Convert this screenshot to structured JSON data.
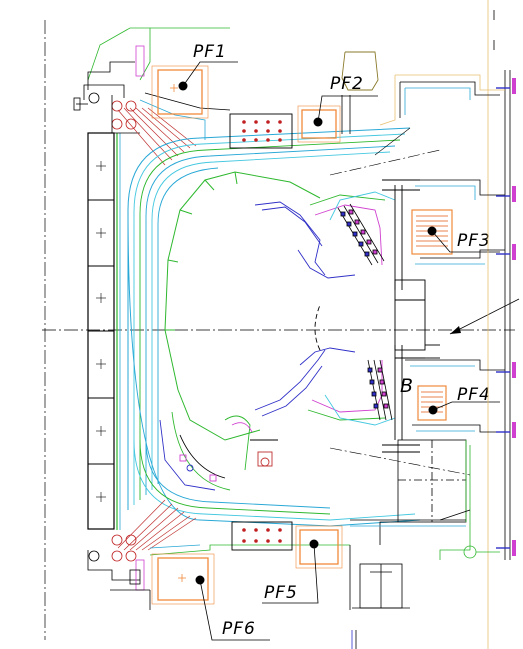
{
  "diagram": {
    "coil_labels": {
      "pf1": "PF1",
      "pf2": "PF2",
      "pf3": "PF3",
      "pf4": "PF4",
      "pf5": "PF5",
      "pf6": "PF6"
    },
    "marker_b": "B"
  },
  "colors": {
    "coil_outline": "#f08a3c",
    "coil_hatch": "#e05a10",
    "vessel_blue": "#29a8d6",
    "vessel_cyan": "#45c8e0",
    "green": "#2eb82e",
    "divertor_blue": "#3030c8",
    "magenta": "#d040d0",
    "ink": "#000000"
  }
}
